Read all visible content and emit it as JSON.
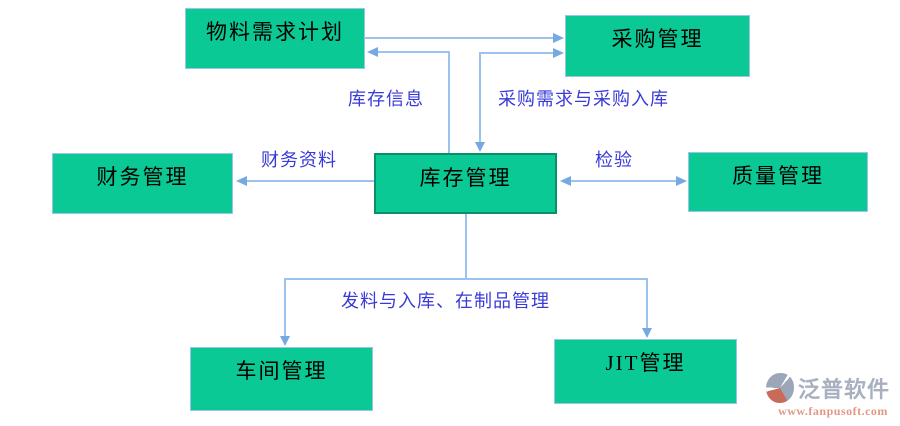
{
  "colors": {
    "node_fill": "#0bc994",
    "node_border_light_blue": "#9cc3ee",
    "center_node_border_green": "#0a8f67",
    "arrow_line": "#9cc3ee",
    "arrow_head": "#74a9e3",
    "edge_label_text": "#3a3ad8",
    "node_text": "#000000",
    "watermark_brand_text": "#9aa3b5",
    "watermark_url_text": "#de8570",
    "logo_blue": "#8a97ad",
    "logo_orange": "#c0523b"
  },
  "diagram": {
    "nodes": [
      {
        "id": "mrp",
        "label": "物料需求计划"
      },
      {
        "id": "purchasing",
        "label": "采购管理"
      },
      {
        "id": "finance",
        "label": "财务管理"
      },
      {
        "id": "inventory",
        "label": "库存管理"
      },
      {
        "id": "quality",
        "label": "质量管理"
      },
      {
        "id": "workshop",
        "label": "车间管理"
      },
      {
        "id": "jit",
        "label": "JIT管理"
      }
    ],
    "edge_labels": [
      {
        "id": "inventory-info",
        "text": "库存信息"
      },
      {
        "id": "purchase-demand-and-receipt",
        "text": "采购需求与采购入库"
      },
      {
        "id": "finance-data",
        "text": "财务资料"
      },
      {
        "id": "inspection",
        "text": "检验"
      },
      {
        "id": "issue-receipt-wip",
        "text": "发料与入库、在制品管理"
      }
    ],
    "edges": [
      {
        "from": "mrp",
        "to": "purchasing",
        "direction": "one-way"
      },
      {
        "from": "inventory",
        "to": "mrp",
        "label": "库存信息",
        "direction": "one-way"
      },
      {
        "from": "inventory",
        "to": "purchasing",
        "label": "采购需求与采购入库",
        "direction": "two-way"
      },
      {
        "from": "inventory",
        "to": "finance",
        "label": "财务资料",
        "direction": "one-way"
      },
      {
        "from": "inventory",
        "to": "quality",
        "label": "检验",
        "direction": "two-way"
      },
      {
        "from": "inventory",
        "to": "workshop",
        "label": "发料与入库、在制品管理",
        "direction": "one-way"
      },
      {
        "from": "inventory",
        "to": "jit",
        "label": "发料与入库、在制品管理",
        "direction": "one-way"
      }
    ]
  },
  "watermark": {
    "brand": "泛普软件",
    "url": "www.fanpusoft.com"
  }
}
